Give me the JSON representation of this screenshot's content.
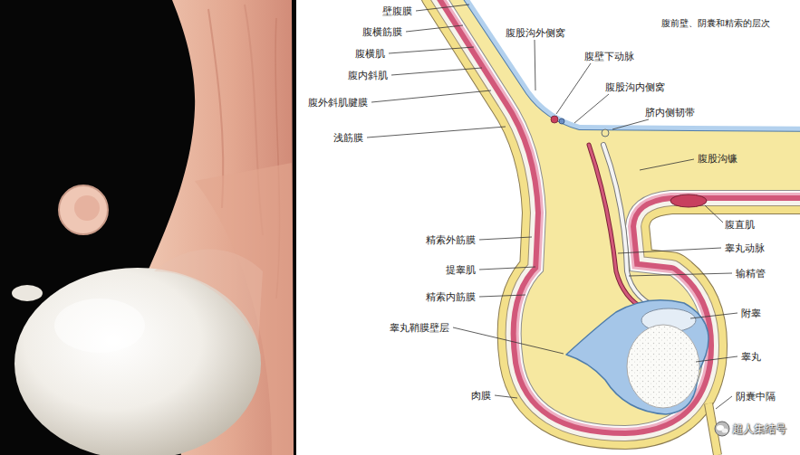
{
  "diagram": {
    "title": "腹前壁、阴囊和精索的层次",
    "labels": [
      "壁腹膜",
      "腹横筋膜",
      "腹横肌",
      "腹内斜肌",
      "腹外斜肌腱膜",
      "浅筋膜",
      "腹股沟外侧窝",
      "腹壁下动脉",
      "腹股沟内侧窝",
      "脐内侧韧带",
      "腹股沟镰",
      "腹直肌",
      "精索外筋膜",
      "提睾肌",
      "精索内筋膜",
      "睾丸鞘膜壁层",
      "肉膜",
      "睾丸动脉",
      "输精管",
      "附睾",
      "睾丸",
      "阴囊中隔",
      "超人集结号"
    ]
  }
}
